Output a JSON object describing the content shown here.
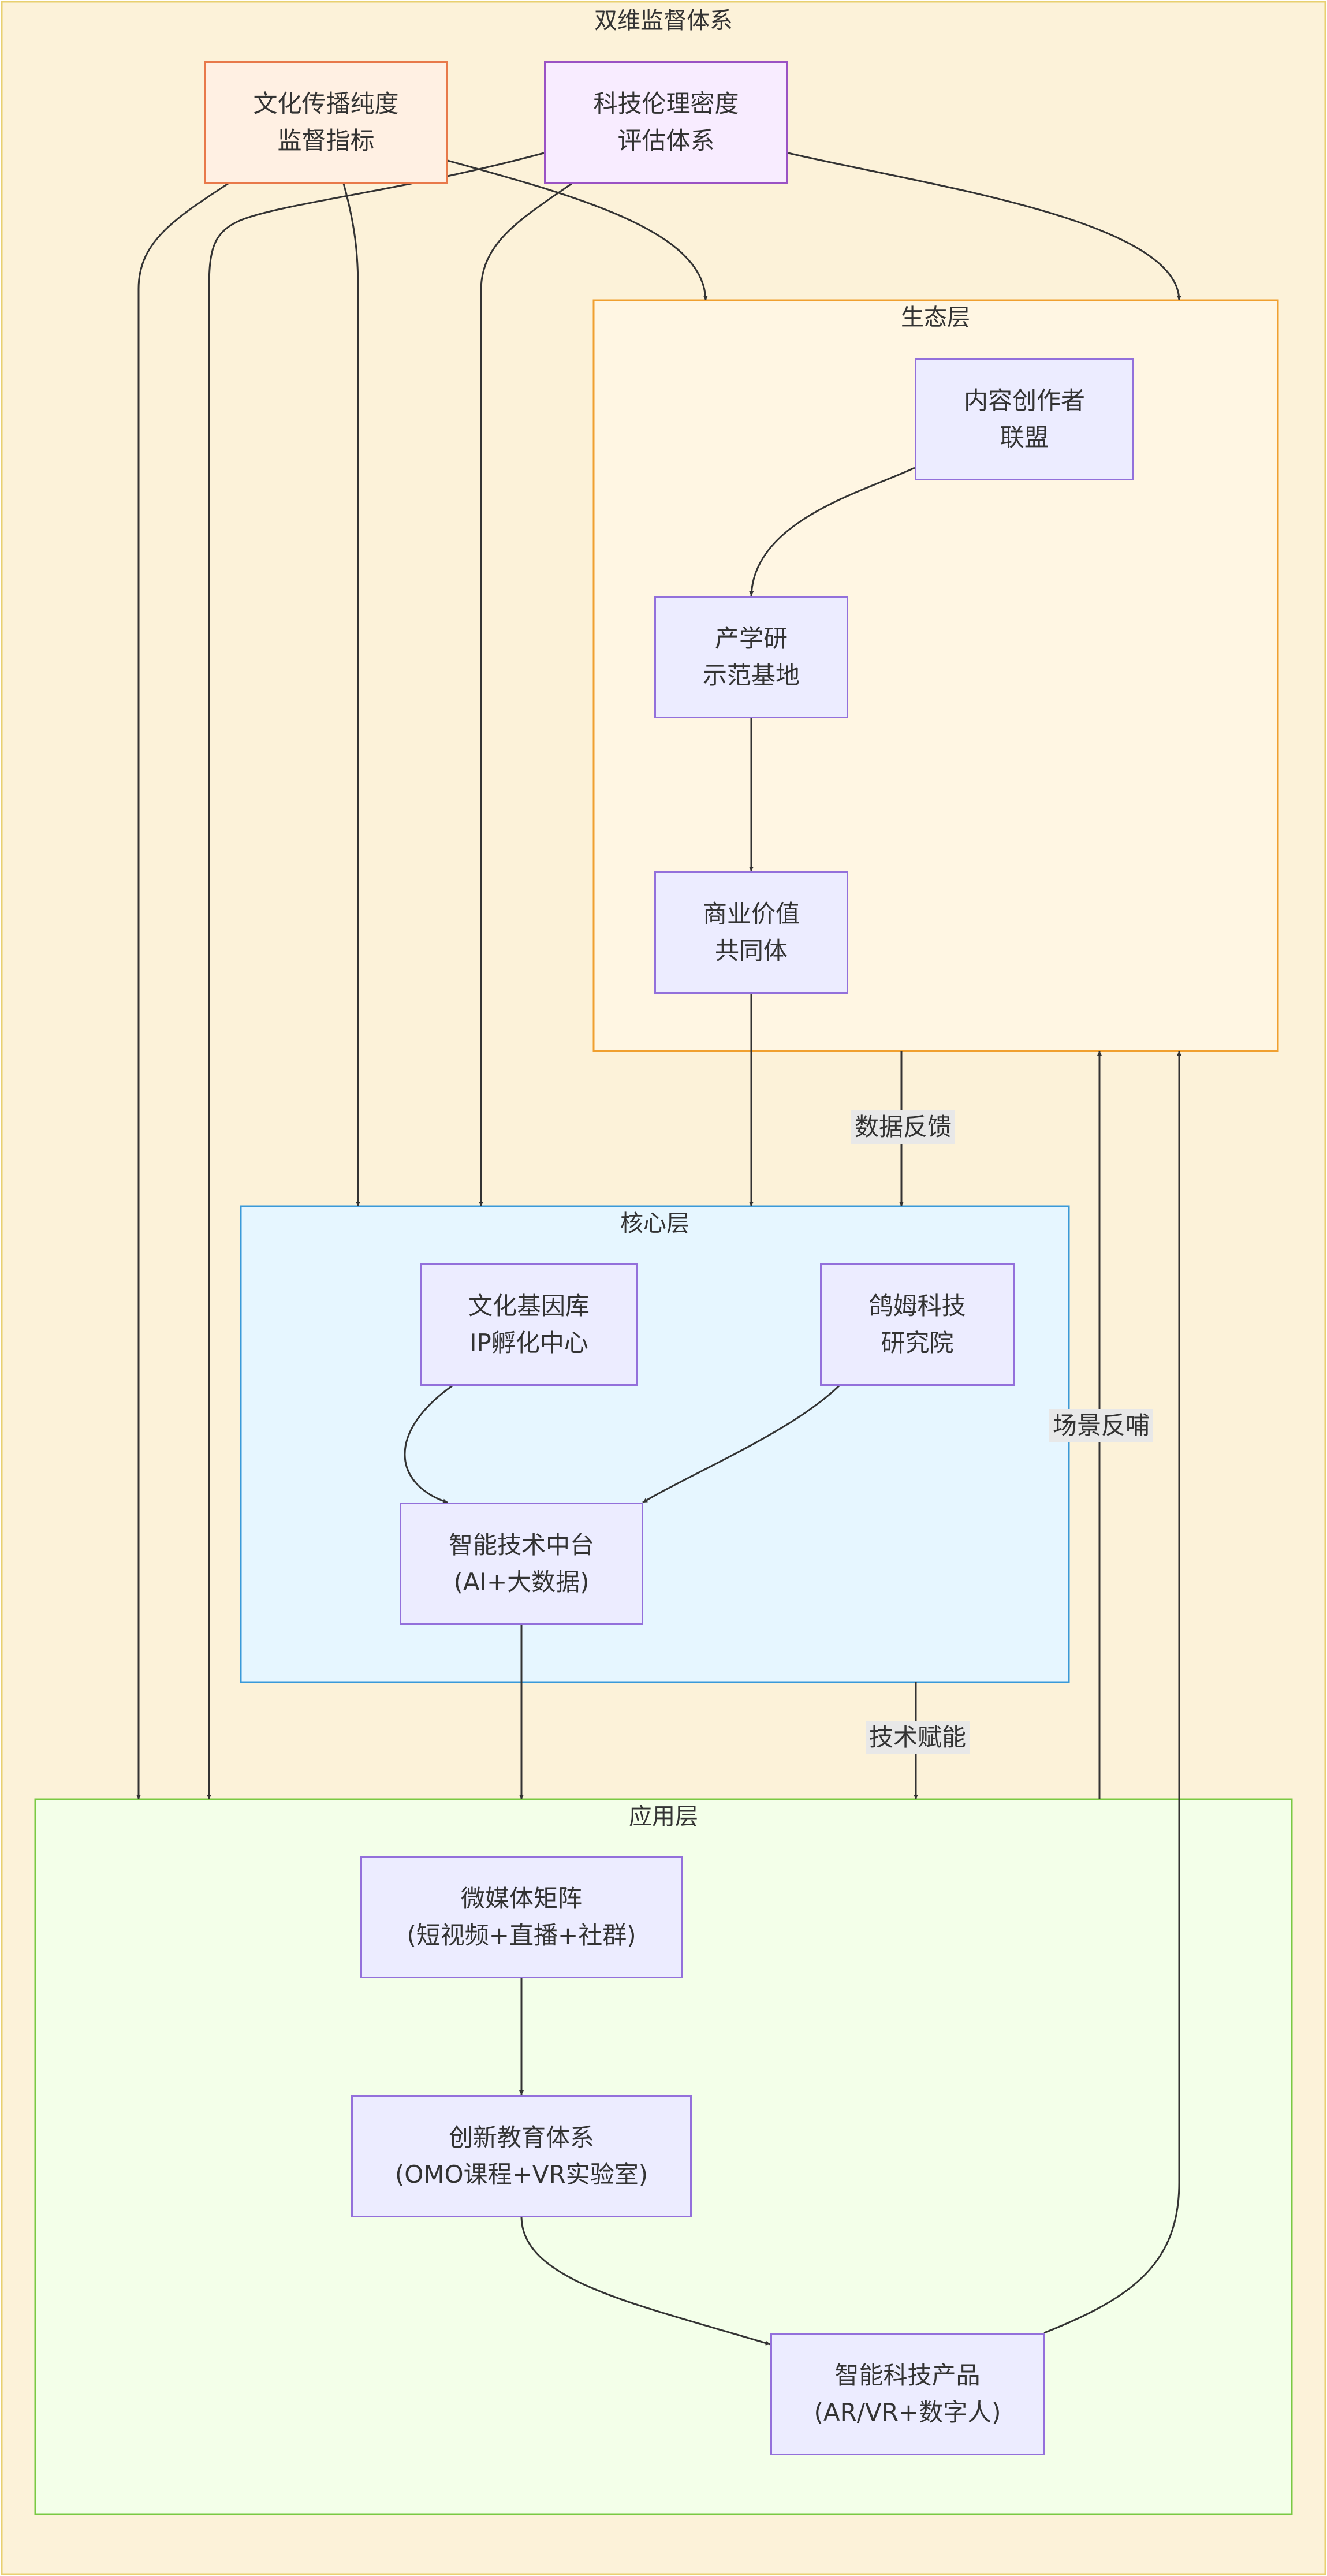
{
  "colors": {
    "outer_fill": "#fcf2d9",
    "outer_stroke": "#e8d070",
    "eco_fill": "#fff6e3",
    "eco_stroke": "#f0a030",
    "core_fill": "#e6f6ff",
    "core_stroke": "#3a9ad9",
    "app_fill": "#f3ffe9",
    "app_stroke": "#7ac943",
    "node_fill": "#ececff",
    "node_stroke": "#9370db",
    "orange_fill": "#fff0e3",
    "orange_stroke": "#e8794a",
    "purple_fill": "#f8ecff",
    "purple_stroke": "#9a52c4",
    "edge": "#333333"
  },
  "outer": {
    "title": "双维监督体系"
  },
  "supervision": {
    "culture": {
      "line1": "文化传播纯度",
      "line2": "监督指标"
    },
    "ethics": {
      "line1": "科技伦理密度",
      "line2": "评估体系"
    }
  },
  "eco": {
    "title": "生态层",
    "creators": {
      "line1": "内容创作者",
      "line2": "联盟"
    },
    "research": {
      "line1": "产学研",
      "line2": "示范基地"
    },
    "business": {
      "line1": "商业价值",
      "line2": "共同体"
    }
  },
  "core": {
    "title": "核心层",
    "gene": {
      "line1": "文化基因库",
      "line2": "IP孵化中心"
    },
    "institute": {
      "line1": "鸽姆科技",
      "line2": "研究院"
    },
    "platform": {
      "line1": "智能技术中台",
      "line2": "(AI+大数据)"
    }
  },
  "app": {
    "title": "应用层",
    "media": {
      "line1": "微媒体矩阵",
      "line2": "(短视频+直播+社群)"
    },
    "education": {
      "line1": "创新教育体系",
      "line2": "(OMO课程+VR实验室)"
    },
    "product": {
      "line1": "智能科技产品",
      "line2": "(AR/VR+数字人)"
    }
  },
  "edge_labels": {
    "data_feedback": "数据反馈",
    "scenario_feedback": "场景反哺",
    "tech_empower": "技术赋能"
  }
}
